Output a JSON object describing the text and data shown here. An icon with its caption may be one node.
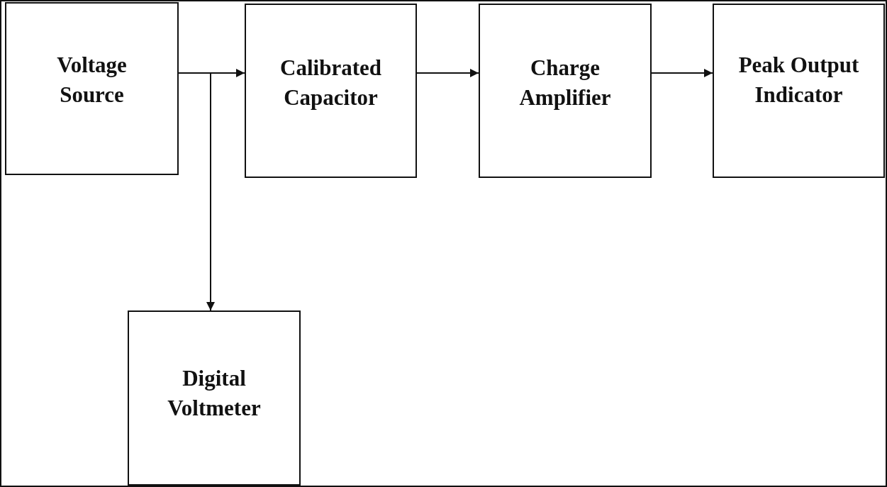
{
  "diagram": {
    "nodes": [
      {
        "text": [
          "Voltage Source"
        ]
      },
      {
        "text": [
          "Calibrated Capacitor"
        ]
      },
      {
        "text": [
          "Charge Amplifier"
        ]
      },
      {
        "text": [
          "Peak Output Indicator"
        ]
      },
      {
        "text": [
          "Digital Voltmeter"
        ]
      }
    ],
    "edges": [
      {
        "from": 0,
        "to": 1,
        "arrow": "to"
      },
      {
        "from": 0,
        "to": 4,
        "arrow": "to"
      },
      {
        "from": 1,
        "to": 2,
        "arrow": "to"
      },
      {
        "from": 2,
        "to": 3,
        "arrow": "to"
      }
    ]
  }
}
